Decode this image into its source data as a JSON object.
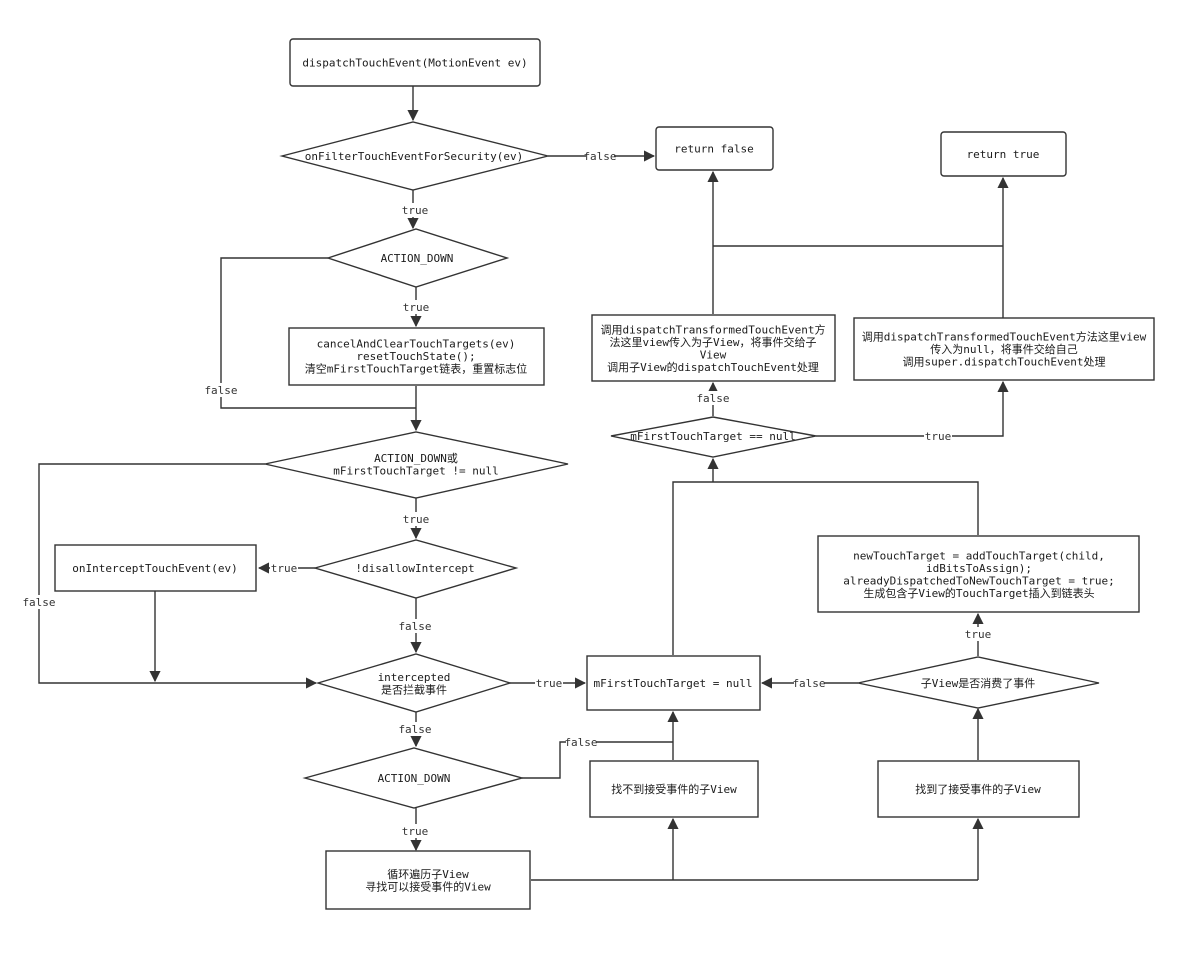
{
  "diagram": {
    "nodes": {
      "dispatch": [
        "dispatchTouchEvent(MotionEvent ev)"
      ],
      "filter": [
        "onFilterTouchEventForSecurity(ev)"
      ],
      "return_false": [
        "return  false"
      ],
      "return_true": [
        "return  true"
      ],
      "action_down_1": [
        "ACTION_DOWN"
      ],
      "cancel_clear": [
        "cancelAndClearTouchTargets(ev)",
        "resetTouchState();",
        "清空mFirstTouchTarget链表，重置标志位"
      ],
      "dispatch_child": [
        "调用dispatchTransformedTouchEvent方",
        "法这里view传入为子View，将事件交给子",
        "View",
        "调用子View的dispatchTouchEvent处理"
      ],
      "dispatch_self": [
        "调用dispatchTransformedTouchEvent方法这里view",
        "传入为null，将事件交给自己",
        "调用super.dispatchTouchEvent处理"
      ],
      "first_target_eq_null": [
        "mFirstTouchTarget == null"
      ],
      "down_or_target": [
        "ACTION_DOWN或",
        "mFirstTouchTarget != null"
      ],
      "on_intercept": [
        "onInterceptTouchEvent(ev)"
      ],
      "disallow": [
        "!disallowIntercept"
      ],
      "new_touch_target": [
        "newTouchTarget = addTouchTarget(child,",
        "idBitsToAssign);",
        "alreadyDispatchedToNewTouchTarget = true;",
        "生成包含子View的TouchTarget插入到链表头"
      ],
      "intercepted": [
        "intercepted",
        "是否拦截事件"
      ],
      "set_target_null": [
        "mFirstTouchTarget = null"
      ],
      "child_consumed": [
        "子View是否消费了事件"
      ],
      "action_down_2": [
        "ACTION_DOWN"
      ],
      "no_child": [
        "找不到接受事件的子View"
      ],
      "found_child": [
        "找到了接受事件的子View"
      ],
      "loop_children": [
        "循环遍历子View",
        "寻找可以接受事件的View"
      ]
    },
    "edge_labels": {
      "filter_false": "false",
      "filter_true": "true",
      "down1_true": "true",
      "down1_false": "false",
      "down_or_target_true": "true",
      "down_or_target_false": "false",
      "disallow_true": "true",
      "disallow_false": "false",
      "intercepted_true": "true",
      "intercepted_false": "false",
      "down2_false": "false",
      "down2_true": "true",
      "consumed_false": "false",
      "consumed_true": "true",
      "eqnull_false": "false",
      "eqnull_true": "true"
    }
  }
}
